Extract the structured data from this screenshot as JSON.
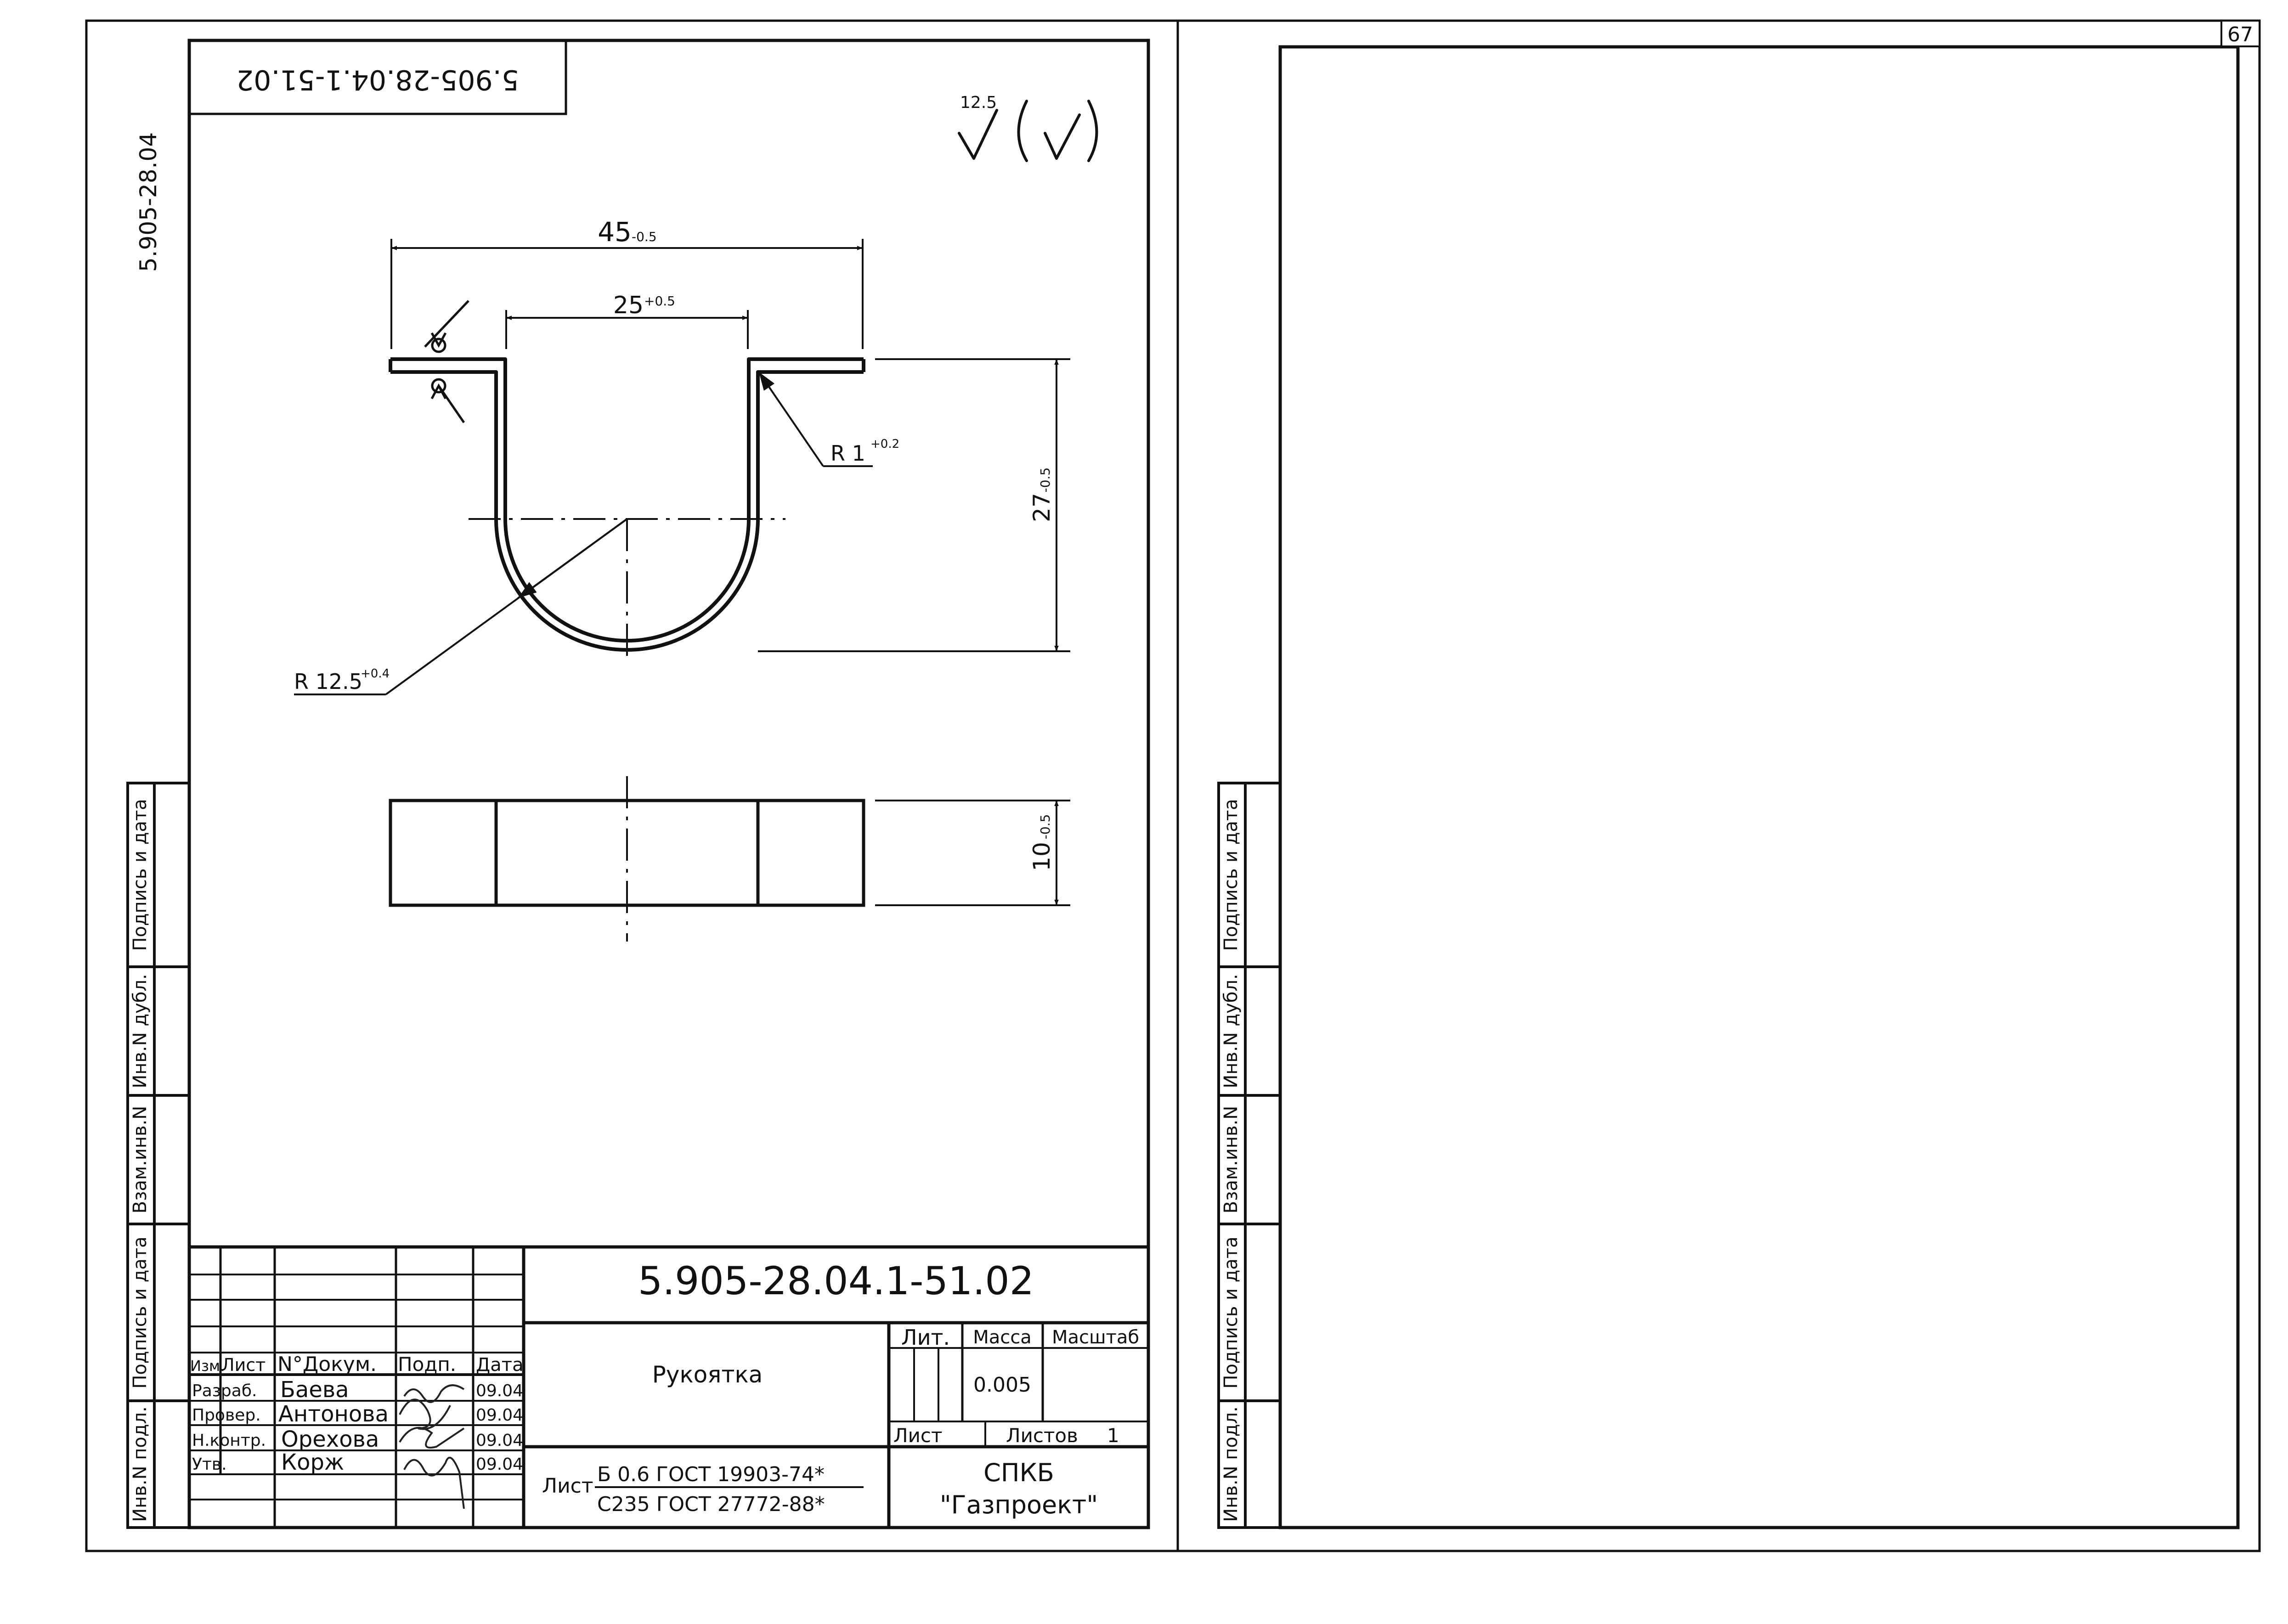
{
  "page_number": "67",
  "doc_code": "5.905-28.04.1-51.02",
  "doc_code_inverted": "5.905-28.04.1-51.02",
  "series_code": "5.905-28.04",
  "roughness": {
    "value": "12.5"
  },
  "dimensions": {
    "width_overall": {
      "value": "45",
      "tol": "-0.5"
    },
    "width_inner": {
      "value": "25",
      "tol": "+0.5"
    },
    "height": {
      "value": "27",
      "tol": "-0.5"
    },
    "thickness": {
      "value": "10",
      "tol": "-0.5"
    },
    "bend_radius": {
      "label": "R 1",
      "tol": "+0.2"
    },
    "main_radius": {
      "label": "R 12.5",
      "tol": "+0.4"
    }
  },
  "left_strip": {
    "sig_date_top": "Подпись и дата",
    "inv_dubl": "Инв.N дубл.",
    "vzam_inv": "Взам.инв.N",
    "sig_date_bottom": "Подпись и дата",
    "inv_podl": "Инв.N подл."
  },
  "title_block": {
    "designation": "5.905-28.04.1-51.02",
    "part_name": "Рукоятка",
    "headers": {
      "izm": "Изм.",
      "list": "Лист",
      "doc": "N°Докум.",
      "sign": "Подп.",
      "date": "Дата"
    },
    "rows": [
      {
        "role": "Разраб.",
        "name": "Баева",
        "date": "09.04"
      },
      {
        "role": "Провер.",
        "name": "Антонова",
        "date": "09.04"
      },
      {
        "role": "Н.контр.",
        "name": "Орехова",
        "date": "09.04"
      },
      {
        "role": "Утв.",
        "name": "Корж",
        "date": "09.04"
      }
    ],
    "lit_label": "Лит.",
    "mass_label": "Масса",
    "scale_label": "Масштаб",
    "mass_value": "0.005",
    "sheet_label": "Лист",
    "sheets_label": "Листов",
    "sheets_value": "1",
    "material_prefix": "Лист",
    "material_top": "Б 0.6 ГОСТ 19903-74*",
    "material_bottom": "С235 ГОСТ 27772-88*",
    "org_line1": "СПКБ",
    "org_line2": "\"Газпроект\""
  }
}
